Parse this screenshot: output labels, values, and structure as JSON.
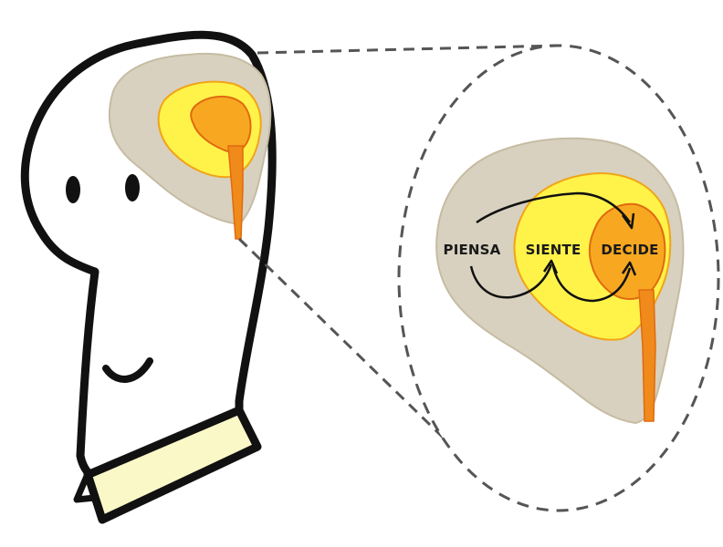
{
  "labels": {
    "think": "PIENSA",
    "feel": "SIENTE",
    "decide": "DECIDE"
  },
  "colors": {
    "outline": "#111111",
    "cortex": "#d8d1bf",
    "cortex_edge": "#b9ad92",
    "limbic": "#fff34a",
    "limbic_edge": "#f0a418",
    "core": "#f8a820",
    "core_edge": "#e06a10",
    "stem": "#f08a1a",
    "collar": "#fbf8c8",
    "dash": "#555555"
  }
}
